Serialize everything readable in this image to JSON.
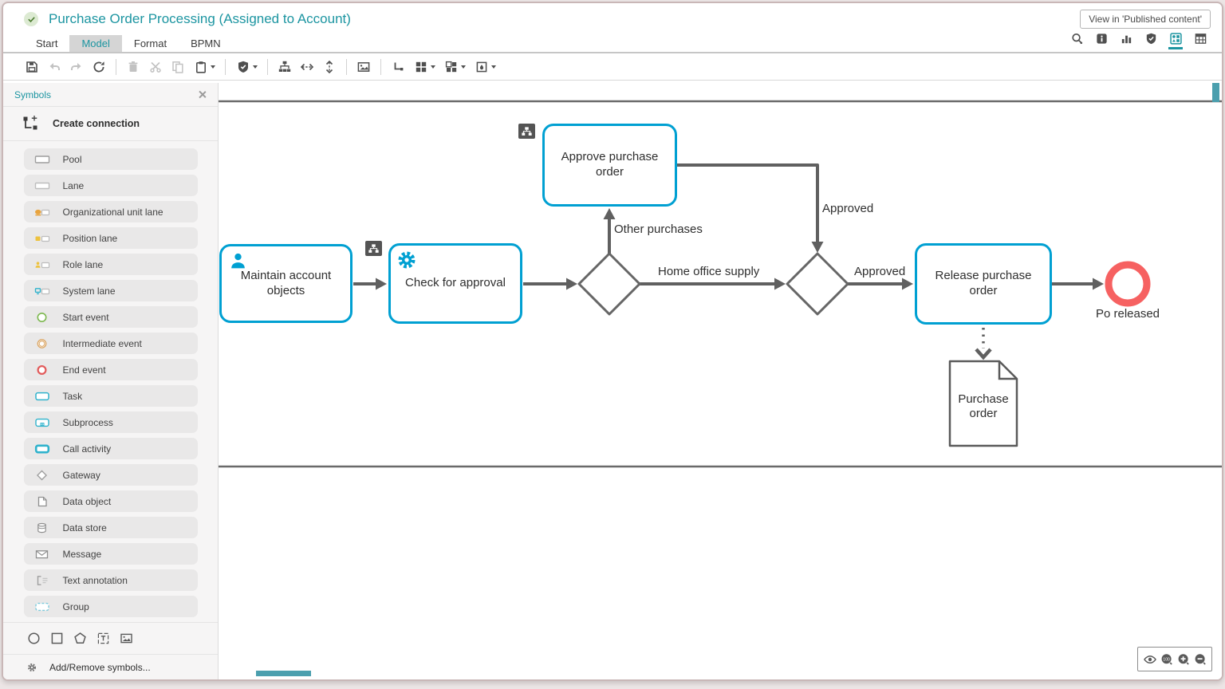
{
  "header": {
    "title": "Purchase Order Processing (Assigned to Account)",
    "view_button": "View in 'Published content'"
  },
  "tabs": {
    "items": [
      "Start",
      "Model",
      "Format",
      "BPMN"
    ],
    "active": "Model"
  },
  "toolbar": {
    "icons": [
      "save",
      "undo",
      "redo",
      "refresh",
      "delete",
      "cut",
      "copy",
      "paste",
      "validate-shield",
      "layout-tree",
      "space-horizontal",
      "space-vertical",
      "insert-image",
      "connector-style",
      "grid-layout",
      "grid-options",
      "object-appearance"
    ]
  },
  "header_icons": [
    "search",
    "info",
    "chart",
    "governance-shield",
    "symbols-palette",
    "table"
  ],
  "sidebar": {
    "title": "Symbols",
    "create_connection": "Create connection",
    "items": [
      "Pool",
      "Lane",
      "Organizational unit lane",
      "Position lane",
      "Role lane",
      "System lane",
      "Start event",
      "Intermediate event",
      "End event",
      "Task",
      "Subprocess",
      "Call activity",
      "Gateway",
      "Data object",
      "Data store",
      "Message",
      "Text annotation",
      "Group"
    ],
    "shape_tools": [
      "circle",
      "square",
      "pentagon",
      "text-frame",
      "image"
    ],
    "add_remove": "Add/Remove symbols..."
  },
  "diagram": {
    "task1": "Maintain account objects",
    "task2": "Check for approval",
    "task3": "Approve purchase order",
    "task4": "Release purchase order",
    "end_event": "Po released",
    "data_object": "Purchase order",
    "label_other": "Other purchases",
    "label_approved_top": "Approved",
    "label_home": "Home office supply",
    "label_approved_right": "Approved"
  },
  "zoom_controls": {
    "level": "100",
    "buttons": [
      "preview-eye",
      "zoom-100",
      "zoom-in",
      "zoom-out"
    ]
  },
  "colors": {
    "accent_teal": "#1c95a1",
    "task_border": "#00a0d2",
    "wire_gray": "#606060",
    "end_event_red": "#f66161",
    "badge_gray": "#545454",
    "scroll_thumb": "#4b9fae"
  }
}
